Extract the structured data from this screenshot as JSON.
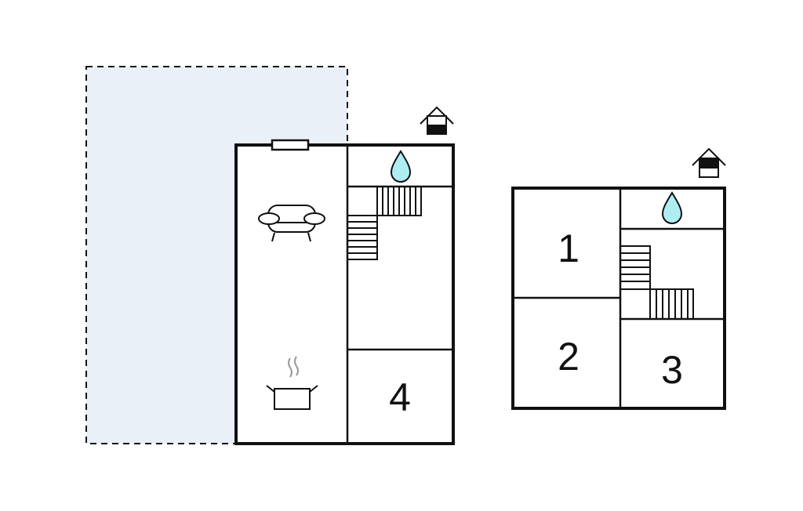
{
  "colors": {
    "wall": "#111111",
    "terrace": "#eaf0f8",
    "water": "#aeeef3"
  },
  "ground_floor": {
    "rooms": [
      {
        "label": "4",
        "type": "bedroom"
      }
    ],
    "icons": [
      "sofa-icon",
      "cooking-pot-icon",
      "water-drop-icon",
      "stairs-icon",
      "floor-level-ground-icon"
    ]
  },
  "first_floor": {
    "rooms": [
      {
        "label": "1"
      },
      {
        "label": "2"
      },
      {
        "label": "3"
      }
    ],
    "icons": [
      "water-drop-icon",
      "stairs-icon",
      "floor-level-upper-icon"
    ]
  }
}
